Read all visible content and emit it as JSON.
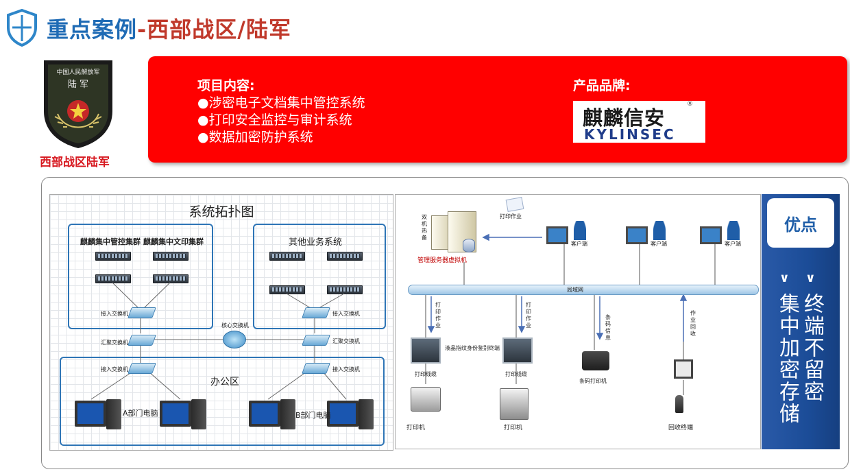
{
  "header": {
    "title_blue": "重点案例",
    "title_red": "-西部战区/陆军"
  },
  "badge": {
    "ring_text": "中国人民解放军",
    "center_text": "陆  军",
    "caption": "西部战区陆军"
  },
  "project": {
    "heading": "项目内容",
    "colon": ":",
    "items": [
      "●涉密电子文档集中管控系统",
      "●打印安全监控与审计系统",
      "●数据加密防护系统"
    ]
  },
  "brand": {
    "heading": "产品品牌:",
    "logo_cn": "麒麟信安",
    "logo_en": "KYLINSEC",
    "reg": "®"
  },
  "topology": {
    "title": "系统拓扑图",
    "cluster_a": "麒麟集中管控集群",
    "cluster_b": "麒麟集中文印集群",
    "other": "其他业务系统",
    "access_switch": "接入交换机",
    "agg_switch": "汇聚交换机",
    "core_switch": "核心交换机",
    "office": "办公区",
    "pc_a": "A部门电脑",
    "pc_b": "B部门电脑"
  },
  "print": {
    "hot_standby": "双机热备",
    "mgmt_vm": "管理服务器虚拟机",
    "print_job": "打印作业",
    "client": "客户端",
    "lan": "局域网",
    "print_job_v": "打印作业",
    "barcode_info": "条码信息",
    "job_recycle": "作业回收",
    "lcd_terminal": "液晶指纹身份鉴别终端",
    "print_line": "打印线缆",
    "printer": "打印机",
    "barcode_printer": "条码打印机",
    "recycle_terminal": "回收终端"
  },
  "benefit": {
    "tag": "优点",
    "col1": "终端不留密",
    "col2": "集中加密存储",
    "marker": "∨"
  }
}
